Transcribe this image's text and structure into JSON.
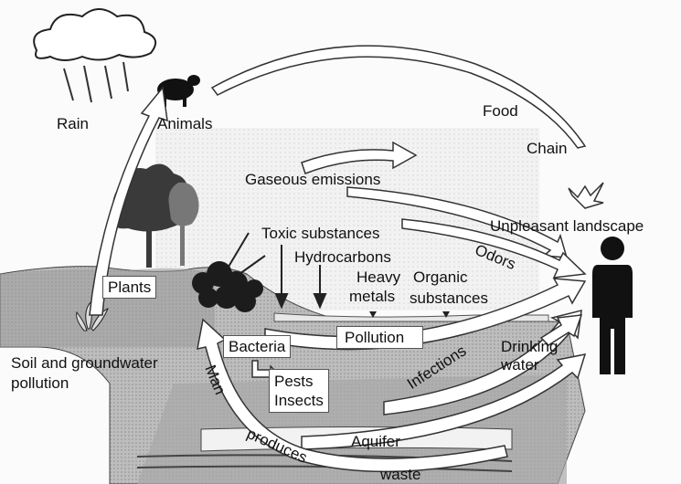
{
  "labels": {
    "rain": "Rain",
    "animals": "Animals",
    "food": "Food",
    "chain": "Chain",
    "gaseous_emissions": "Gaseous emissions",
    "toxic_substances": "Toxic substances",
    "unpleasant_landscape": "Unpleasant landscape",
    "hydrocarbons": "Hydrocarbons",
    "heavy": "Heavy",
    "metals": "metals",
    "organic": "Organic",
    "substances": "substances",
    "odors": "Odors",
    "plants": "Plants",
    "bacteria": "Bacteria",
    "pollution": "Pollution",
    "infections": "Infections",
    "drinking": "Drinking",
    "water": "water",
    "soil_line1": "Soil and groundwater",
    "soil_line2": "pollution",
    "pests": "Pests",
    "insects": "Insects",
    "man": "Man",
    "produces": "produces",
    "aquifer": "Aquifer",
    "waste": "waste"
  },
  "colors": {
    "ground": "#8a8a8a",
    "ground_light": "#c8c8c8",
    "arrow_fill": "#ffffff",
    "arrow_stroke": "#333333",
    "figure": "#111111"
  },
  "icons": [
    "cloud-icon",
    "rain-icon",
    "sheep-icon",
    "tree-icon",
    "bush-icon",
    "person-icon",
    "sprout-icon"
  ]
}
